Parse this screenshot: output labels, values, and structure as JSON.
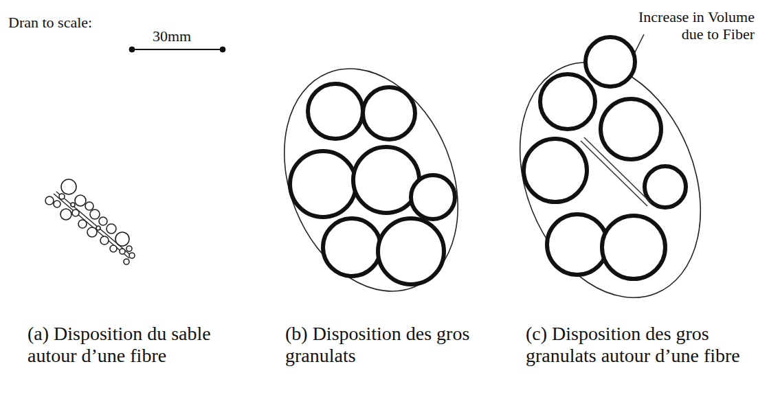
{
  "diagram": {
    "labels": [
      "Dran to scale:",
      "30mm",
      "Increase in Volume due to Fiber",
      "(a) Disposition du sable autour d’une fibre",
      "(b) Disposition des gros granulats",
      "(c) Disposition des gros granulats autour d’une fibre"
    ]
  }
}
